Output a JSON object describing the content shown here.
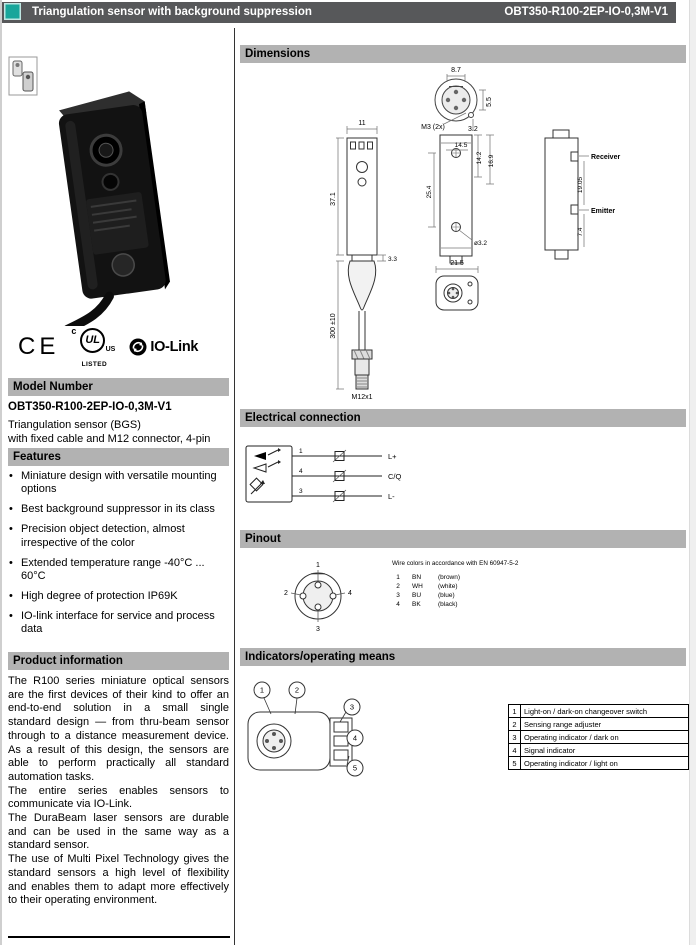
{
  "header": {
    "title": "Triangulation sensor with background suppression",
    "model": "OBT350-R100-2EP-IO-0,3M-V1"
  },
  "certs": {
    "ce": "CE",
    "ul_c": "c",
    "ul_core": "UL",
    "ul_us": "US",
    "ul_listed": "LISTED",
    "iolink": "IO-Link"
  },
  "model_number": {
    "heading": "Model Number",
    "model": "OBT350-R100-2EP-IO-0,3M-V1",
    "line1": "Triangulation sensor (BGS)",
    "line2": "with fixed cable and M12 connector, 4-pin"
  },
  "features": {
    "heading": "Features",
    "items": [
      "Miniature design with versatile mounting options",
      "Best background suppressor in its class",
      "Precision object detection, almost irrespective of the color",
      "Extended temperature range -40°C ... 60°C",
      "High degree of protection IP69K",
      "IO-link interface for service and process data"
    ]
  },
  "product_info": {
    "heading": "Product information",
    "paragraphs": [
      "The R100 series miniature optical sensors are the first devices of their kind to offer an end-to-end solution in a small single standard design — from thru-beam sensor through to a distance measurement device. As a result of this design, the sensors are able to perform practically all standard automation tasks.",
      "The entire series enables sensors to communicate via IO-Link.",
      "The DuraBeam laser sensors are durable and can be used in the same way as a standard sensor.",
      "The use of Multi Pixel Technology gives the standard sensors a high level of flexibility and enables them to adapt more effectively to their operating environment."
    ]
  },
  "dimensions": {
    "heading": "Dimensions",
    "labels": {
      "d87": "8.7",
      "d55": "5.5",
      "m3": "M3 (2x)",
      "d32": "3.2",
      "d11": "11",
      "d371": "37.1",
      "d33": "3.3",
      "cable": "300 ±10",
      "m12": "M12x1",
      "d145": "14.5",
      "d254": "25.4",
      "d142": "14.2",
      "d169": "16.9",
      "d74": "7.4",
      "dia32": "ø3.2",
      "d215": "21.5",
      "receiver": "Receiver",
      "emitter": "Emitter",
      "d1905": "19.05"
    }
  },
  "electrical": {
    "heading": "Electrical connection",
    "wires": [
      {
        "pin": "1",
        "label": "L+"
      },
      {
        "pin": "4",
        "label": "C/Q"
      },
      {
        "pin": "3",
        "label": "L-"
      }
    ]
  },
  "pinout": {
    "heading": "Pinout",
    "note": "Wire colors in accordance with EN 60947-5-2",
    "pins": [
      "1",
      "2",
      "3",
      "4"
    ],
    "colors": [
      {
        "pin": "1",
        "code": "BN",
        "name": "(brown)"
      },
      {
        "pin": "2",
        "code": "WH",
        "name": "(white)"
      },
      {
        "pin": "3",
        "code": "BU",
        "name": "(blue)"
      },
      {
        "pin": "4",
        "code": "BK",
        "name": "(black)"
      }
    ]
  },
  "indicators": {
    "heading": "Indicators/operating means",
    "callouts": [
      "1",
      "2",
      "3",
      "4",
      "5"
    ],
    "rows": [
      {
        "num": "1",
        "desc": "Light-on / dark-on changeover switch"
      },
      {
        "num": "2",
        "desc": "Sensing range adjuster"
      },
      {
        "num": "3",
        "desc": "Operating indicator / dark on"
      },
      {
        "num": "4",
        "desc": "Signal indicator"
      },
      {
        "num": "5",
        "desc": "Operating indicator / light on"
      }
    ]
  },
  "colors": {
    "brand_teal": "#19a69b",
    "header_gray": "#57585a",
    "section_gray": "#b2b2b2"
  }
}
